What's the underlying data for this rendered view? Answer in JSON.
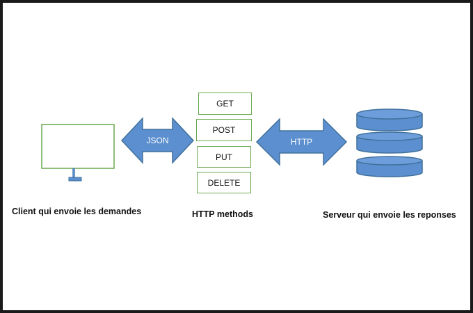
{
  "labels": {
    "client": "Client qui envoie les demandes",
    "methods": "HTTP methods",
    "server": "Serveur qui envoie les reponses"
  },
  "arrows": {
    "left": "JSON",
    "right": "HTTP"
  },
  "methods": [
    "GET",
    "POST",
    "PUT",
    "DELETE"
  ],
  "colors": {
    "arrow_fill": "#5b8fcf",
    "arrow_stroke": "#41719c",
    "monitor_stroke": "#6aa84f",
    "method_border": "#6aa84f",
    "db_fill": "#5b8fcf",
    "db_stroke": "#41719c"
  }
}
